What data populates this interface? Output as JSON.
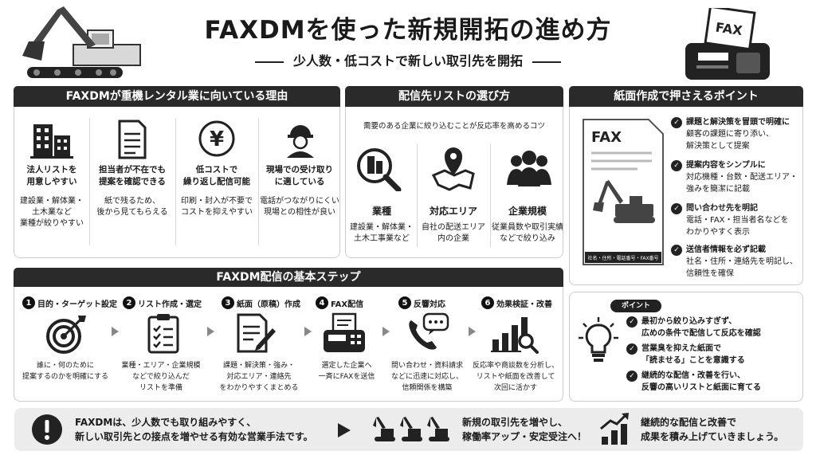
{
  "header": {
    "title": "FAXDMを使った新規開拓の進め方",
    "subtitle": "少人数・低コストで新しい取引先を開拓",
    "fax_label": "FAX"
  },
  "reasons": {
    "title": "FAXDMが重機レンタル業に向いている理由",
    "items": [
      {
        "icon": "building-icon",
        "heading": [
          "法人リストを",
          "用意しやすい"
        ],
        "desc": [
          "建設業・解体業・",
          "土木業など",
          "業種が絞りやすい"
        ]
      },
      {
        "icon": "document-icon",
        "heading": [
          "担当者が不在でも",
          "提案を確認できる"
        ],
        "desc": [
          "紙で残るため、",
          "後から見てもらえる"
        ]
      },
      {
        "icon": "yen-icon",
        "heading": [
          "低コストで",
          "繰り返し配信可能"
        ],
        "desc": [
          "印刷・封入が不要で",
          "コストを抑えやすい"
        ]
      },
      {
        "icon": "hardhat-worker-icon",
        "heading": [
          "現場での受け取り",
          "に適している"
        ],
        "desc": [
          "電話がつながりにくい",
          "現場との相性が良い"
        ]
      }
    ]
  },
  "list_select": {
    "title": "配信先リストの選び方",
    "lead": "需要のある企業に絞り込むことが反応率を高めるコツ",
    "items": [
      {
        "icon": "building-search-icon",
        "heading": "業種",
        "desc": [
          "建設業・解体業・",
          "土木工事業など"
        ]
      },
      {
        "icon": "map-pin-icon",
        "heading": "対応エリア",
        "desc": [
          "自社の配送エリア",
          "内の企業"
        ]
      },
      {
        "icon": "people-icon",
        "heading": "企業規模",
        "desc": [
          "従業員数や取引実績",
          "などで絞り込み"
        ]
      }
    ]
  },
  "paper": {
    "title": "紙面作成で押さえるポイント",
    "doc_title": "FAX",
    "doc_footer": "社名・住所・電話番号・FAX番号",
    "points": [
      {
        "lines": [
          "課題と解決策を冒頭で明確に",
          "顧客の課題に寄り添い、",
          "解決策として提案"
        ]
      },
      {
        "lines": [
          "提案内容をシンプルに",
          "対応機種・台数・配送エリア・",
          "強みを簡潔に記載"
        ]
      },
      {
        "lines": [
          "問い合わせ先を明記",
          "電話・FAX・担当者名などを",
          "わかりやすく表示"
        ]
      },
      {
        "lines": [
          "送信者情報を必ず記載",
          "社名・住所・連絡先を明記し、",
          "信頼性を確保"
        ]
      }
    ]
  },
  "steps": {
    "title": "FAXDM配信の基本ステップ",
    "items": [
      {
        "num": "1",
        "label": "目的・ターゲット設定",
        "icon": "target-icon",
        "desc": [
          "誰に・何のために",
          "提案するのかを明確にする"
        ]
      },
      {
        "num": "2",
        "label": "リスト作成・選定",
        "icon": "checklist-icon",
        "desc": [
          "業種・エリア・企業規模",
          "などで絞り込んだ",
          "リストを準備"
        ]
      },
      {
        "num": "3",
        "label": "紙面（原稿）作成",
        "icon": "pen-document-icon",
        "desc": [
          "課題・解決策・強み・",
          "対応エリア・連絡先",
          "をわかりやすくまとめる"
        ]
      },
      {
        "num": "4",
        "label": "FAX配信",
        "icon": "fax-machine-icon",
        "desc": [
          "選定した企業へ",
          "一斉にFAXを送信"
        ]
      },
      {
        "num": "5",
        "label": "反響対応",
        "icon": "phone-chat-icon",
        "desc": [
          "問い合わせ・資料請求",
          "などに迅速に対応し、",
          "信頼関係を構築"
        ]
      },
      {
        "num": "6",
        "label": "効果検証・改善",
        "icon": "chart-magnifier-icon",
        "desc": [
          "反応率や商談数を分析し、",
          "リストや紙面を改善して",
          "次回に活かす"
        ]
      }
    ]
  },
  "point_box": {
    "badge": "ポイント",
    "items": [
      {
        "lines": [
          "最初から絞り込みすぎず、",
          "広めの条件で配信して反応を確認"
        ]
      },
      {
        "lines": [
          "営業臭を抑えた紙面で",
          "「読ませる」ことを意識する"
        ]
      },
      {
        "lines": [
          "継続的な配信・改善を行い、",
          "反響の高いリストと紙面に育てる"
        ]
      }
    ]
  },
  "bottom": {
    "left": [
      "FAXDMは、少人数でも取り組みやすく、",
      "新しい取引先との接点を増やせる有効な営業手法です。"
    ],
    "mid": [
      "新規の取引先を増やし、",
      "稼働率アップ・安定受注へ！"
    ],
    "right": [
      "継続的な配信と改善で",
      "成果を積み上げていきましょう。"
    ]
  },
  "colors": {
    "dark": "#2a2a2a",
    "border": "#cccccc",
    "light": "#ececec"
  }
}
